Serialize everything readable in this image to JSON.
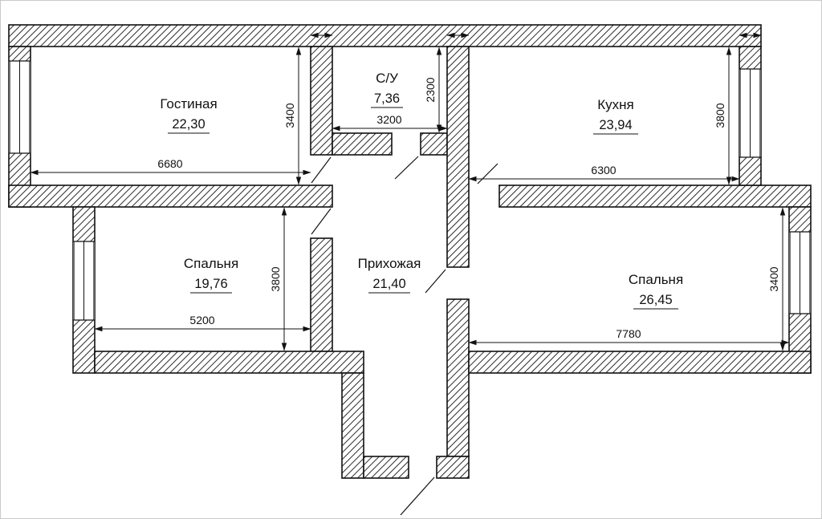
{
  "rooms": {
    "living": {
      "name": "Гостиная",
      "area": "22,30",
      "width": "6680",
      "height": "3400"
    },
    "bathroom": {
      "name": "С/У",
      "area": "7,36",
      "width": "3200",
      "height": "2300"
    },
    "kitchen": {
      "name": "Кухня",
      "area": "23,94",
      "width": "6300",
      "height": "3800"
    },
    "bedroom_left": {
      "name": "Спальня",
      "area": "19,76",
      "width": "5200",
      "height": "3800"
    },
    "hallway": {
      "name": "Прихожая",
      "area": "21,40"
    },
    "bedroom_right": {
      "name": "Спальня",
      "area": "26,45",
      "width": "7780",
      "height": "3400"
    }
  },
  "colors": {
    "line": "#111111",
    "hatch": "#2b2b2b",
    "background": "#ffffff",
    "border": "#c9c9c9"
  }
}
